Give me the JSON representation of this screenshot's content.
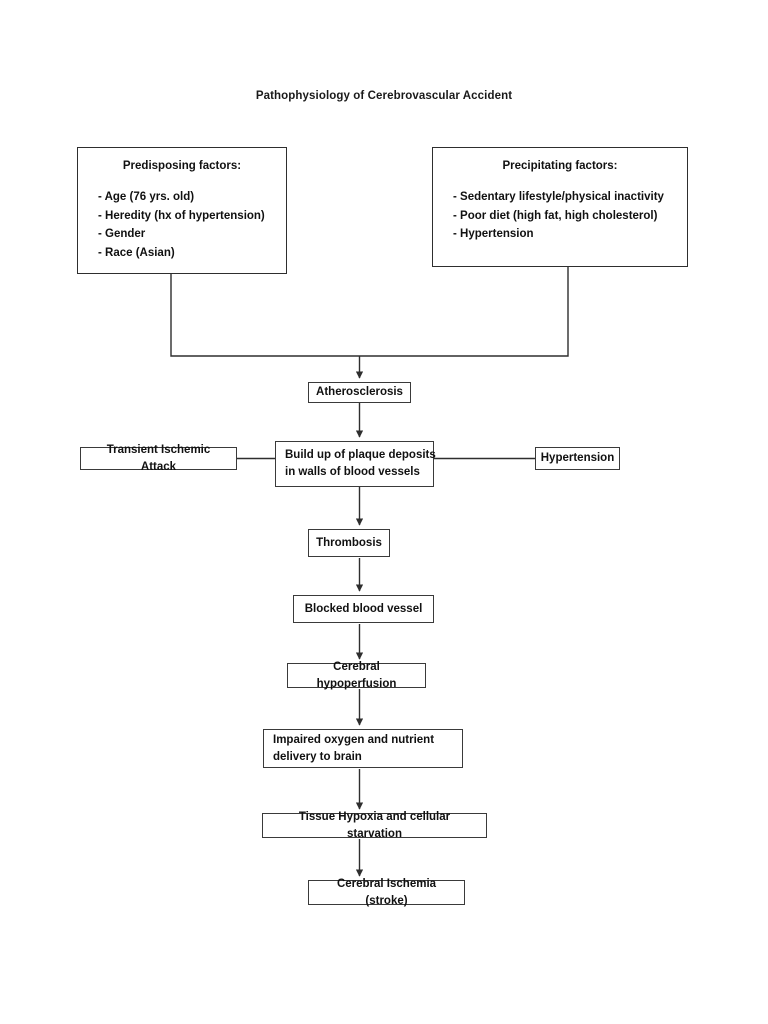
{
  "document": {
    "title": "Pathophysiology of Cerebrovascular Accident"
  },
  "panels": {
    "predisposing": {
      "heading": "Predisposing factors:",
      "items": [
        "- Age (76 yrs. old)",
        "- Heredity (hx of hypertension)",
        "- Gender",
        "- Race (Asian)"
      ]
    },
    "precipitating": {
      "heading": "Precipitating factors:",
      "items": [
        "- Sedentary lifestyle/physical inactivity",
        "- Poor diet (high fat, high cholesterol)",
        "- Hypertension"
      ]
    }
  },
  "nodes": {
    "atherosclerosis": "Atherosclerosis",
    "transient_ischemic_attack": "Transient Ischemic Attack",
    "plaque_line1": "Build up of plaque deposits",
    "plaque_line2": "in walls of blood vessels",
    "hypertension": "Hypertension",
    "thrombosis": "Thrombosis",
    "blocked_blood_vessel": "Blocked blood vessel",
    "cerebral_hypoperfusion": "Cerebral hypoperfusion",
    "impaired_line1": "Impaired oxygen and nutrient",
    "impaired_line2": "delivery to brain",
    "tissue_hypoxia": "Tissue Hypoxia and cellular starvation",
    "cerebral_ischemia": "Cerebral Ischemia (stroke)"
  },
  "style": {
    "line_color": "#2e2e2e",
    "text_color": "#111111",
    "background": "#ffffff"
  }
}
